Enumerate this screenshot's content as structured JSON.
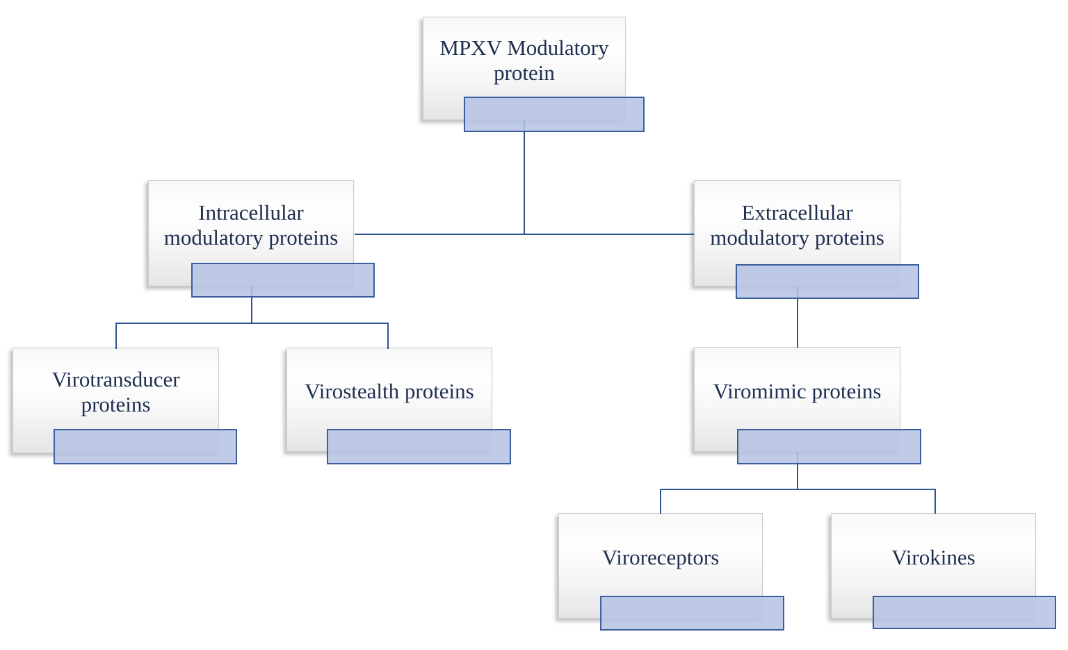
{
  "nodes": {
    "root": {
      "label": "MPXV Modulatory protein"
    },
    "intracellular": {
      "label": "Intracellular modulatory proteins"
    },
    "extracellular": {
      "label": "Extracellular modulatory proteins"
    },
    "virotransducer": {
      "label": "Virotransducer proteins"
    },
    "virostealth": {
      "label": "Virostealth proteins"
    },
    "viromimic": {
      "label": "Viromimic proteins"
    },
    "viroreceptors": {
      "label": "Viroreceptors"
    },
    "virokines": {
      "label": "Virokines"
    }
  },
  "hierarchy": {
    "root": [
      "intracellular",
      "extracellular"
    ],
    "intracellular": [
      "virotransducer",
      "virostealth"
    ],
    "extracellular": [
      "viromimic"
    ],
    "viromimic": [
      "viroreceptors",
      "virokines"
    ]
  },
  "colors": {
    "background": "#ffffff",
    "connector": "#2e5496",
    "placeholder_bar_fill": "#b6c3e3",
    "placeholder_bar_border": "#3b5e9e",
    "node_text": "#1e2e50",
    "node_border": "#cbcbcd"
  }
}
